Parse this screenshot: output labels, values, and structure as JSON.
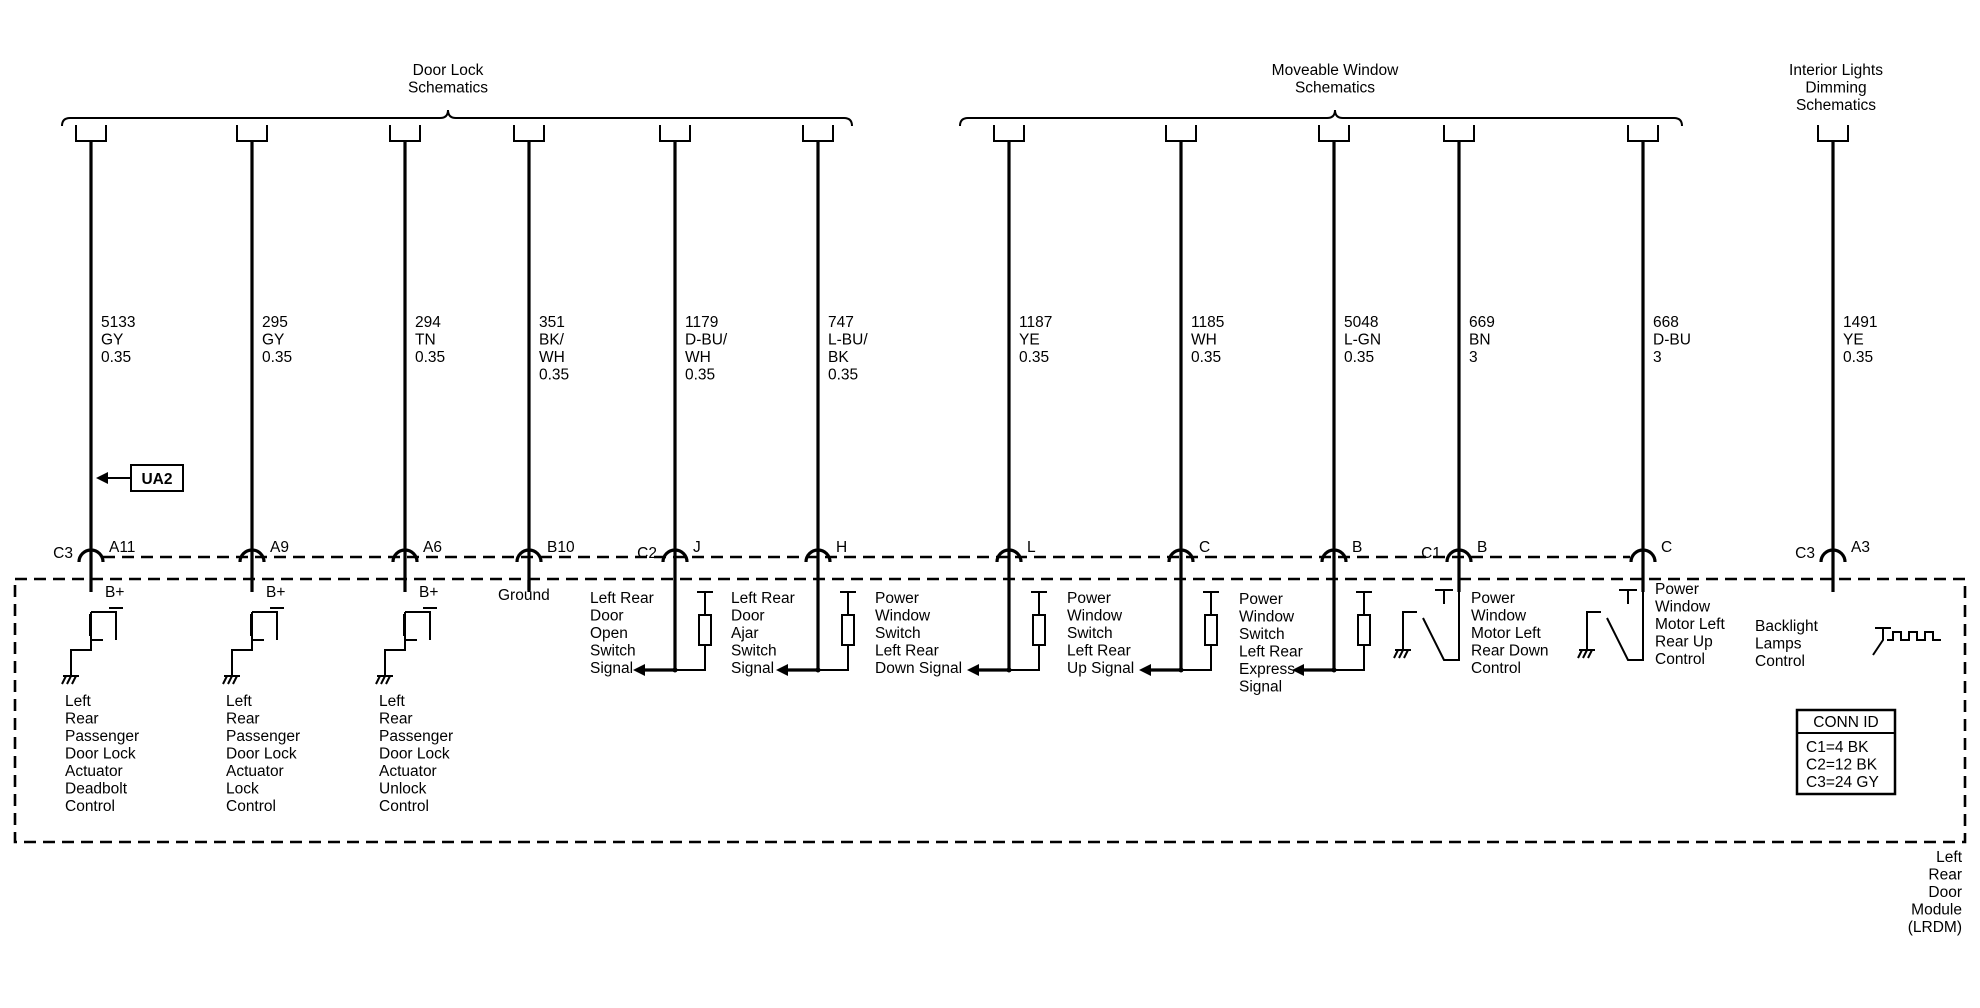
{
  "headers": [
    {
      "lines": [
        "Door Lock",
        "Schematics"
      ]
    },
    {
      "lines": [
        "Moveable Window",
        "Schematics"
      ]
    },
    {
      "lines": [
        "Interior Lights",
        "Dimming",
        "Schematics"
      ]
    }
  ],
  "wires": [
    {
      "circuit": [
        "5133",
        "GY",
        "0.35"
      ],
      "conn": "C3",
      "pin": "A11",
      "label": [
        "Left",
        "Rear",
        "Passenger",
        "Door Lock",
        "Actuator",
        "Deadbolt",
        "Control"
      ],
      "supply": "B+"
    },
    {
      "circuit": [
        "295",
        "GY",
        "0.35"
      ],
      "conn": "",
      "pin": "A9",
      "label": [
        "Left",
        "Rear",
        "Passenger",
        "Door Lock",
        "Actuator",
        "Lock",
        "Control"
      ],
      "supply": "B+"
    },
    {
      "circuit": [
        "294",
        "TN",
        "0.35"
      ],
      "conn": "",
      "pin": "A6",
      "label": [
        "Left",
        "Rear",
        "Passenger",
        "Door Lock",
        "Actuator",
        "Unlock",
        "Control"
      ],
      "supply": "B+"
    },
    {
      "circuit": [
        "351",
        "BK/",
        "WH",
        "0.35"
      ],
      "conn": "",
      "pin": "B10",
      "label": [
        "Ground"
      ],
      "supply": ""
    },
    {
      "circuit": [
        "1179",
        "D-BU/",
        "WH",
        "0.35"
      ],
      "conn": "C2",
      "pin": "J",
      "label": [
        "Left Rear",
        "Door",
        "Open",
        "Switch",
        "Signal"
      ],
      "supply": ""
    },
    {
      "circuit": [
        "747",
        "L-BU/",
        "BK",
        "0.35"
      ],
      "conn": "",
      "pin": "H",
      "label": [
        "Left Rear",
        "Door",
        "Ajar",
        "Switch",
        "Signal"
      ],
      "supply": ""
    },
    {
      "circuit": [
        "1187",
        "YE",
        "0.35"
      ],
      "conn": "",
      "pin": "L",
      "label": [
        "Power",
        "Window",
        "Switch",
        "Left Rear",
        "Down Signal"
      ],
      "supply": ""
    },
    {
      "circuit": [
        "1185",
        "WH",
        "0.35"
      ],
      "conn": "",
      "pin": "C",
      "label": [
        "Power",
        "Window",
        "Switch",
        "Left Rear",
        "Up Signal"
      ],
      "supply": ""
    },
    {
      "circuit": [
        "5048",
        "L-GN",
        "0.35"
      ],
      "conn": "",
      "pin": "B",
      "label": [
        "Power",
        "Window",
        "Switch",
        "Left Rear",
        "Express",
        "Signal"
      ],
      "supply": ""
    },
    {
      "circuit": [
        "669",
        "BN",
        "3"
      ],
      "conn": "C1",
      "pin": "B",
      "label": [
        "Power",
        "Window",
        "Motor Left",
        "Rear Down",
        "Control"
      ],
      "supply": ""
    },
    {
      "circuit": [
        "668",
        "D-BU",
        "3"
      ],
      "conn": "",
      "pin": "C",
      "label": [
        "Power",
        "Window",
        "Motor Left",
        "Rear Up",
        "Control"
      ],
      "supply": ""
    },
    {
      "circuit": [
        "1491",
        "YE",
        "0.35"
      ],
      "conn": "C3",
      "pin": "A3",
      "label": [
        "Backlight",
        "Lamps",
        "Control"
      ],
      "supply": ""
    }
  ],
  "offpage_ref": "UA2",
  "conn_id": {
    "title": "CONN ID",
    "lines": [
      "C1=4 BK",
      "C2=12 BK",
      "C3=24 GY"
    ]
  },
  "module_name": [
    "Left",
    "Rear",
    "Door",
    "Module",
    "(LRDM)"
  ]
}
